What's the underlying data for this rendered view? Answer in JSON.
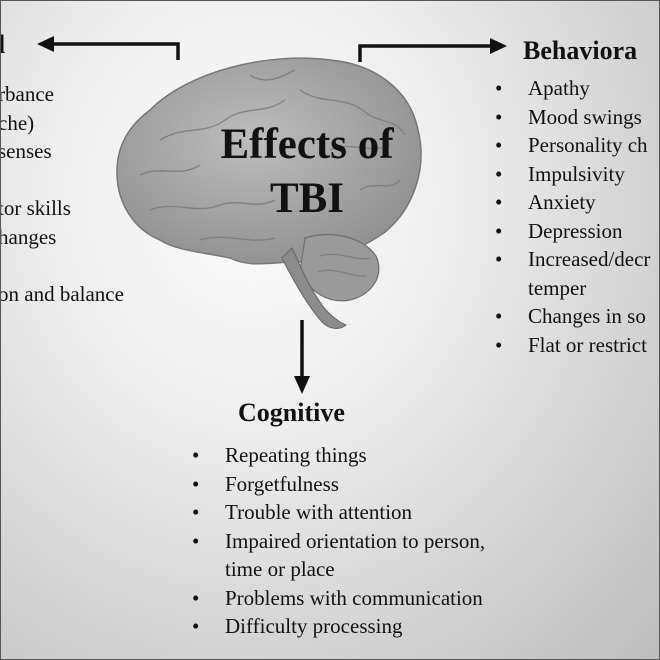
{
  "title": {
    "line1": "Effects of",
    "line2": "TBI"
  },
  "physical": {
    "heading": "l",
    "items": [
      "rbance",
      "che)",
      " senses",
      "",
      "tor skills",
      "hanges",
      "",
      "on and balance"
    ]
  },
  "behavioral": {
    "heading": "Behaviora",
    "items": [
      {
        "text": "Apathy",
        "bullet": true
      },
      {
        "text": "Mood swings",
        "bullet": true
      },
      {
        "text": "Personality ch",
        "bullet": true
      },
      {
        "text": "Impulsivity",
        "bullet": true
      },
      {
        "text": "Anxiety",
        "bullet": true
      },
      {
        "text": "Depression",
        "bullet": true
      },
      {
        "text": "Increased/decr",
        "bullet": true
      },
      {
        "text": "temper",
        "bullet": false
      },
      {
        "text": "Changes in so",
        "bullet": true
      },
      {
        "text": "Flat or restrict",
        "bullet": true
      }
    ]
  },
  "cognitive": {
    "heading": "Cognitive",
    "items": [
      {
        "text": "Repeating things",
        "bullet": true
      },
      {
        "text": "Forgetfulness",
        "bullet": true
      },
      {
        "text": "Trouble with attention",
        "bullet": true
      },
      {
        "text": "Impaired orientation to person,",
        "bullet": true
      },
      {
        "text": "time or place",
        "bullet": false
      },
      {
        "text": "Problems with communication",
        "bullet": true
      },
      {
        "text": "Difficulty processing",
        "bullet": true
      }
    ]
  },
  "colors": {
    "text": "#111111",
    "brain": "#a9a9a9",
    "arrow": "#111111"
  }
}
